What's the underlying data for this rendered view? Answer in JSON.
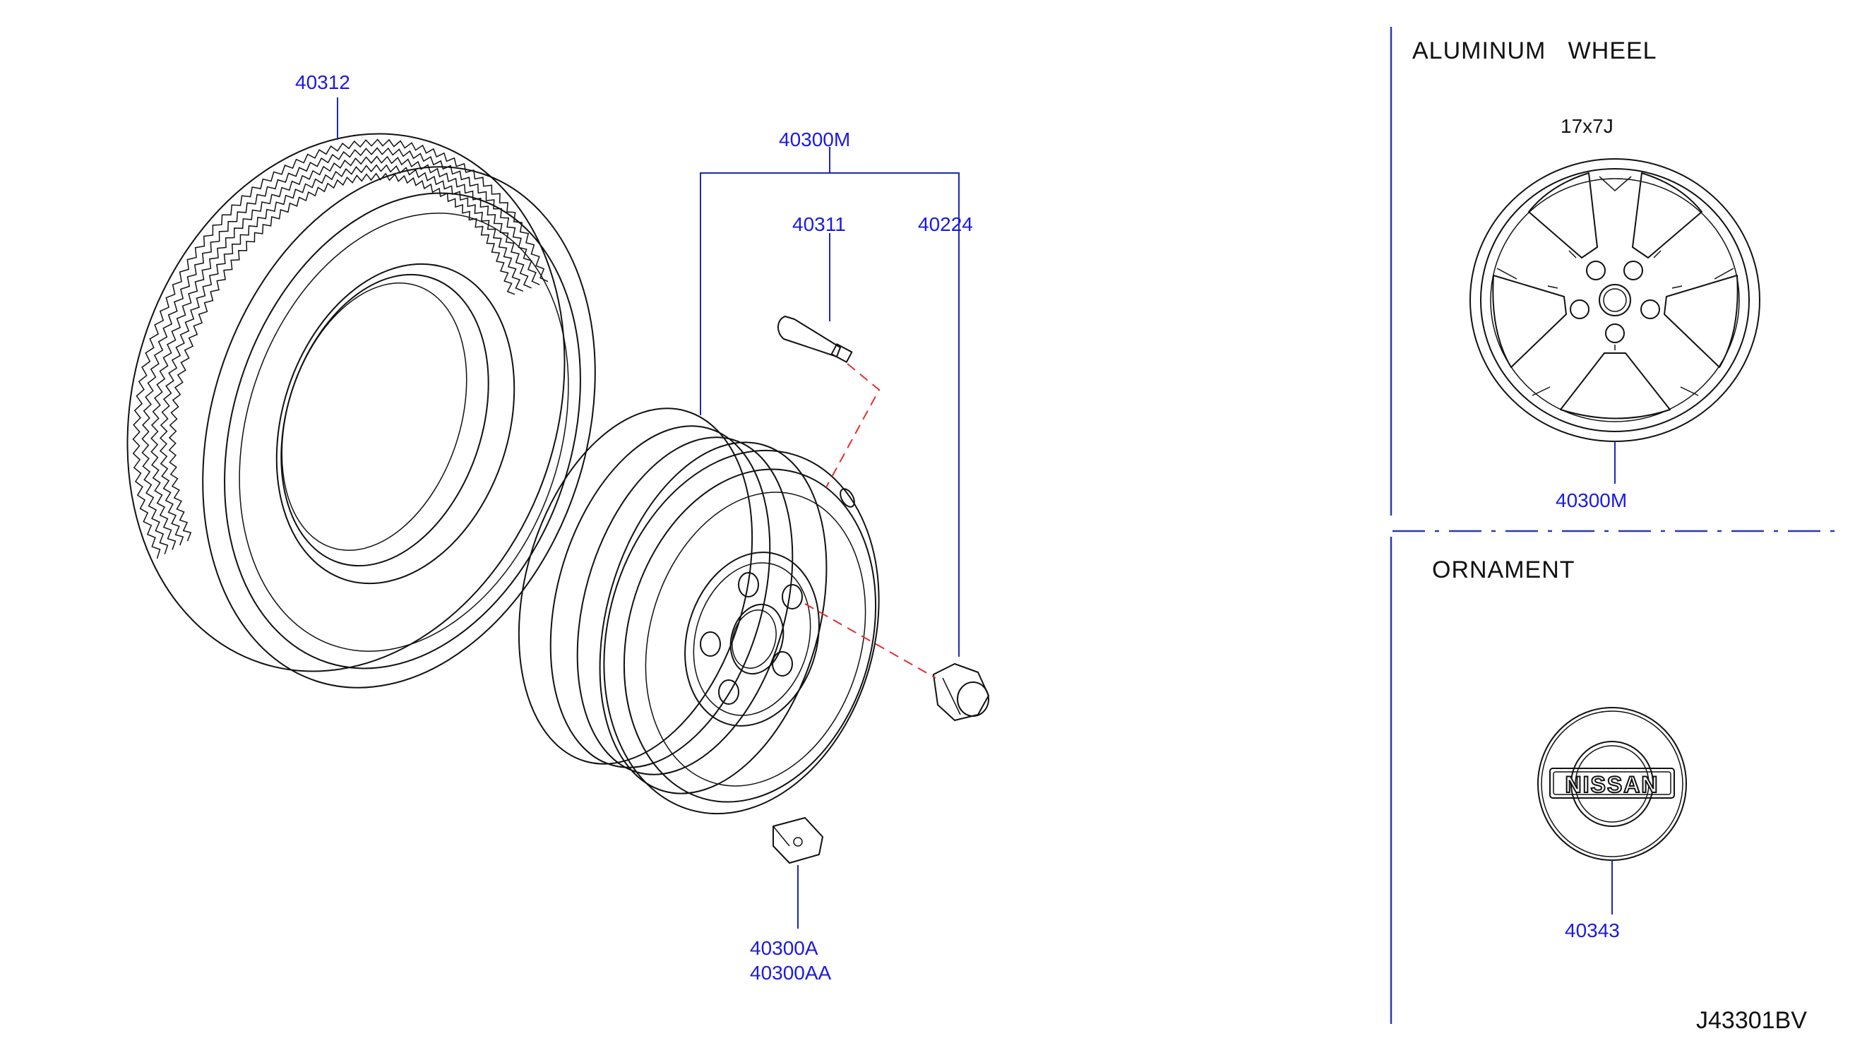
{
  "labels": {
    "tire": "40312",
    "wheel_assy": "40300M",
    "valve": "40311",
    "nut": "40224",
    "weight_a": "40300A",
    "weight_aa": "40300AA",
    "alloy_wheel": "40300M",
    "ornament": "40343"
  },
  "sections": {
    "aluminum_wheel": {
      "title": "ALUMINUM   WHEEL",
      "size": "17x7J"
    },
    "ornament": {
      "title": "ORNAMENT",
      "emblem_text": "NISSAN"
    }
  },
  "diagram_id": "J43301BV",
  "colors": {
    "part_label": "#1a1ae6",
    "leader": "#1a2ab0",
    "dashed_pointer": "#e03030",
    "divider": "#2a3ab0",
    "ink": "#111111"
  }
}
